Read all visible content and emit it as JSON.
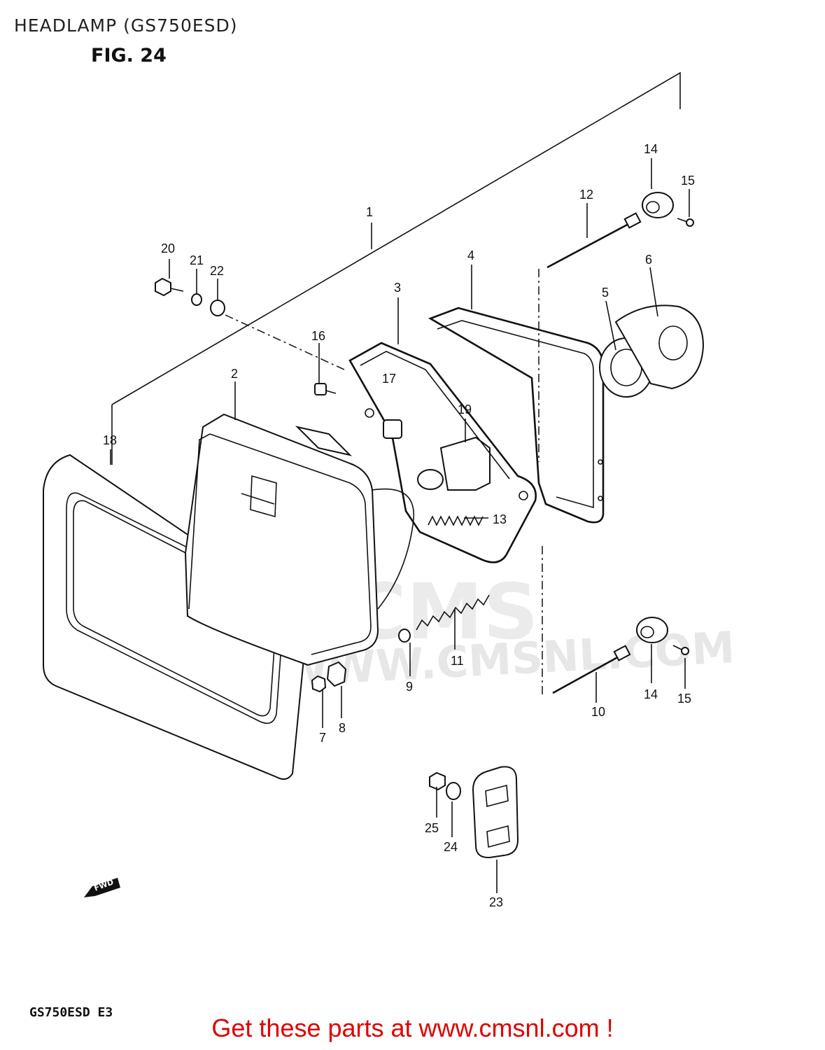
{
  "header": {
    "title": "HEADLAMP (GS750ESD)",
    "figure": "FIG. 24"
  },
  "diagram": {
    "fwd_label": "FWD",
    "watermark": "WWW.CMSNL.COM",
    "watermark_logo": "CMS",
    "callouts": {
      "c1": "1",
      "c2": "2",
      "c3": "3",
      "c4": "4",
      "c5": "5",
      "c6": "6",
      "c7": "7",
      "c8": "8",
      "c9": "9",
      "c10": "10",
      "c11": "11",
      "c12": "12",
      "c13": "13",
      "c14a": "14",
      "c14b": "14",
      "c15a": "15",
      "c15b": "15",
      "c16": "16",
      "c17": "17",
      "c18": "18",
      "c19": "19",
      "c20": "20",
      "c21": "21",
      "c22": "22",
      "c23": "23",
      "c24": "24",
      "c25": "25"
    }
  },
  "footer": {
    "model_code": "GS750ESD E3",
    "link_text": "Get these parts at www.cmsnl.com !"
  }
}
